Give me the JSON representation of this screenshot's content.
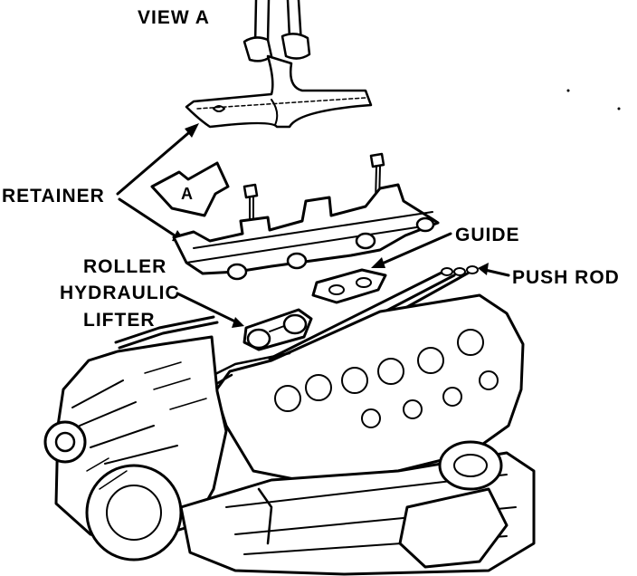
{
  "labels": {
    "view_a": "VIEW A",
    "view_marker": "A",
    "retainer": "RETAINER",
    "guide": "GUIDE",
    "push_rod": "PUSH ROD",
    "roller_line1": "ROLLER",
    "roller_line2": "HYDRAULIC",
    "roller_line3": "LIFTER"
  }
}
